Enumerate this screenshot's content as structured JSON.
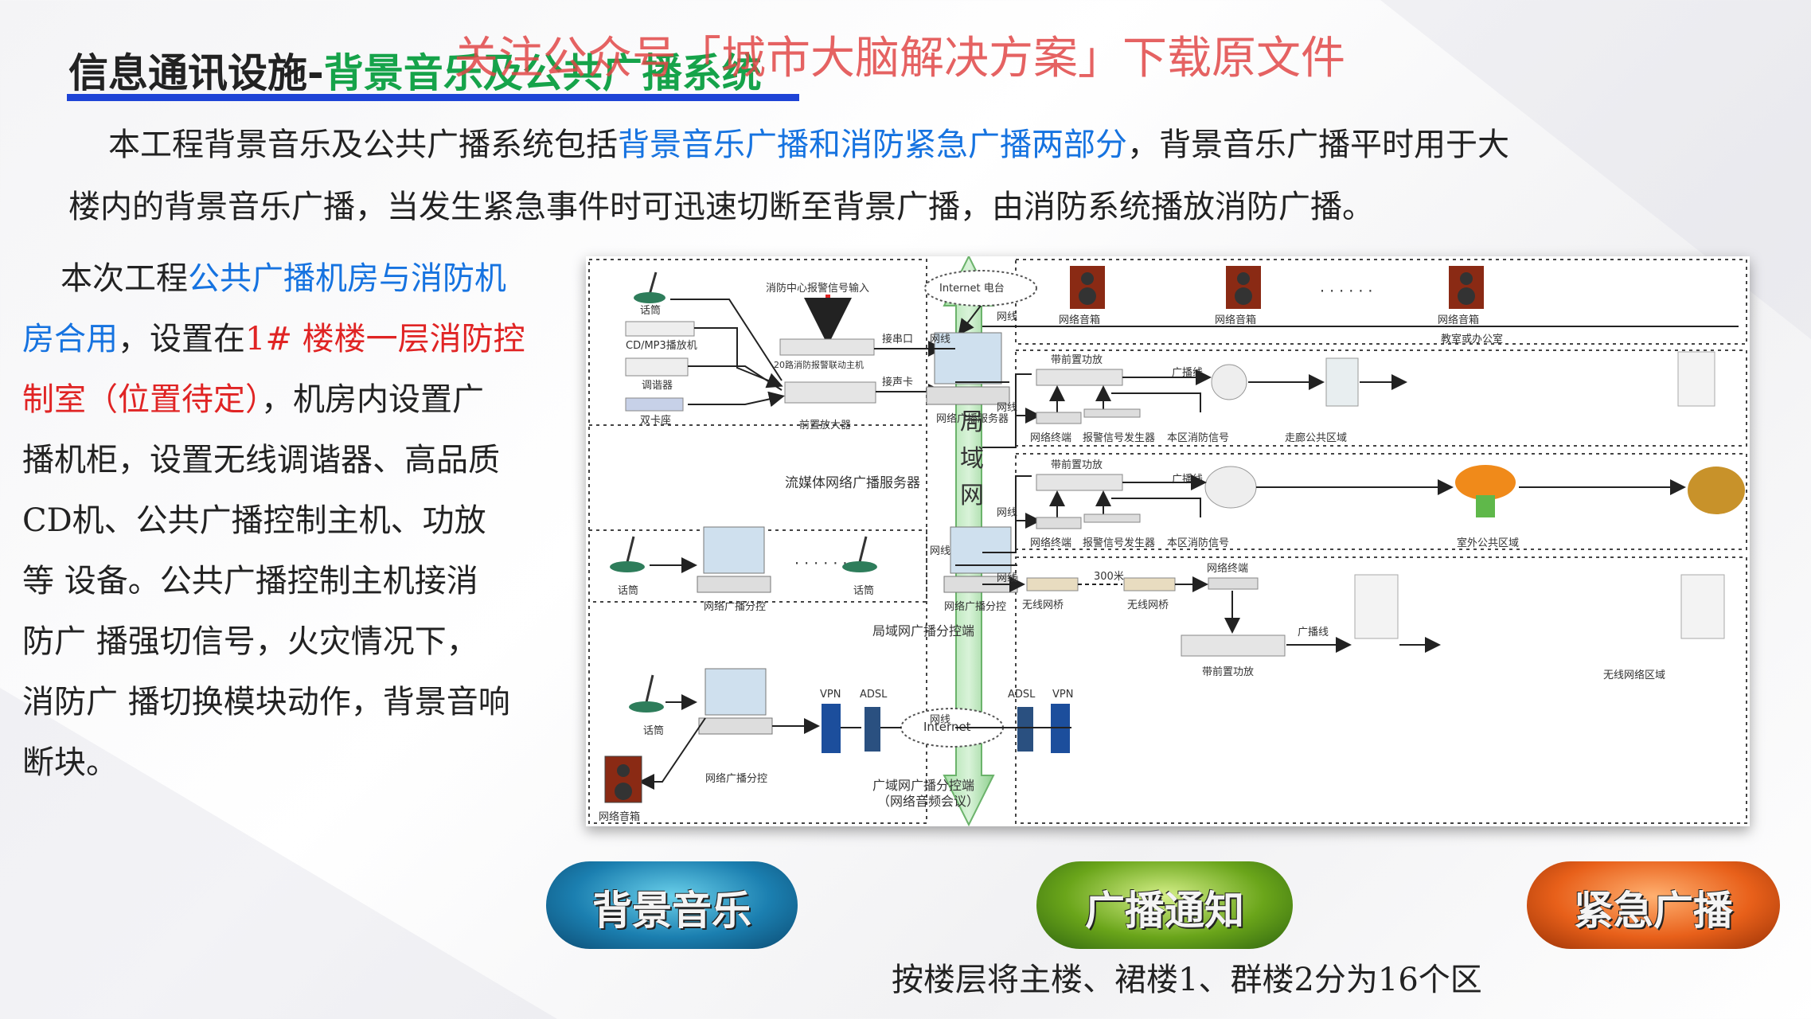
{
  "watermark": "关注公众号「城市大脑解决方案」下载原文件",
  "title": {
    "prefix": "信息通讯设施-",
    "highlight": "背景音乐及公共广播系统"
  },
  "intro": {
    "p1_a": "本工程背景音乐及公共广播系统包括",
    "p1_b": "背景音乐广播和消防紧急广播两部分",
    "p1_c": "，背景音乐广播平时用于大",
    "p2": "楼内的背景音乐广播，当发生紧急事件时可迅速切断至背景广播，由消防系统播放消防广播。"
  },
  "left": {
    "l1_a": "本次工程",
    "l1_b": "公共广播机房与消防机",
    "l2_a": "房合用",
    "l2_b": "，设置在",
    "l2_c": "1# 楼楼一层消防控",
    "l3_a": "制室（位置待定）",
    "l3_b": "，机房内设置广",
    "l4": "播机柜，设置无线调谐器、高品质",
    "l5": "CD机、公共广播控制主机、功放",
    "l6": "等 设备。公共广播控制主机接消",
    "l7": "防广 播强切信号，火灾情况下，",
    "l8": "消防广 播切换模块动作，背景音响",
    "l9": "断块。"
  },
  "diagram": {
    "mic": "话筒",
    "cd": "CD/MP3播放机",
    "tuner": "调谐器",
    "cassette": "双卡座",
    "fire_input": "消防中心报警信号输入",
    "alarm_host": "20路消防报警联动主机",
    "preamp": "前置放大器",
    "serial": "接串口",
    "soundcard": "接声卡",
    "internet_radio": "Internet 电台",
    "server": "网络广播服务器",
    "stream_label": "流媒体网络广播服务器",
    "net_sub": "网络广播分控",
    "lan_label": "局域网广播分控端",
    "vpn": "VPN",
    "adsl": "ADSL",
    "internet": "Internet",
    "wan_label1": "广域网广播分控端",
    "wan_label2": "（网络音频会议）",
    "net_speaker": "网络音箱",
    "network_line": "网线",
    "lan_c1": "局",
    "lan_c2": "域",
    "lan_c3": "网",
    "classroom": "教室或办公室",
    "amp": "带前置功放",
    "broadcast_line": "广播线",
    "terminal": "网络终端",
    "alarm_gen": "报警信号发生器",
    "local_fire": "本区消防信号",
    "corridor": "走廊公共区域",
    "outdoor": "室外公共区域",
    "wireless_bridge": "无线网桥",
    "distance": "300米",
    "wireless_area": "无线网络区域",
    "dots": "· · · · · ·"
  },
  "badges": {
    "b1": "背景音乐",
    "b2": "广播通知",
    "b3": "紧急广播"
  },
  "caption": "按楼层将主楼、裙楼1、群楼2分为16个区"
}
